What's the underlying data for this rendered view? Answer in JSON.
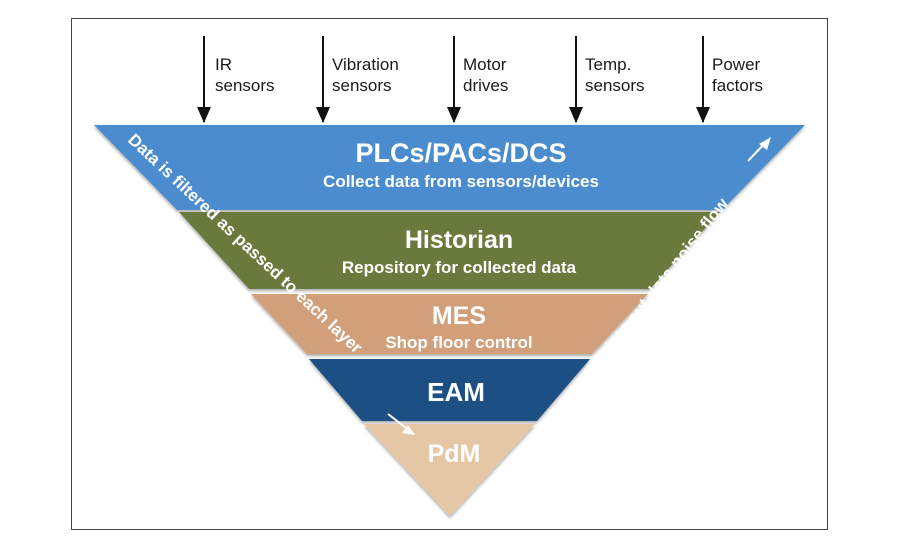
{
  "inputs": [
    {
      "label": "IR\nsensors"
    },
    {
      "label": "Vibration\nsensors"
    },
    {
      "label": "Motor\ndrives"
    },
    {
      "label": "Temp.\nsensors"
    },
    {
      "label": "Power\nfactors"
    }
  ],
  "layers": [
    {
      "title": "PLCs/PACs/DCS",
      "subtitle": "Collect data from sensors/devices",
      "color": "#4b8ccf"
    },
    {
      "title": "Historian",
      "subtitle": "Repository for collected data",
      "color": "#6a7a3c"
    },
    {
      "title": "MES",
      "subtitle": "Shop floor control",
      "color": "#d1a07a"
    },
    {
      "title": "EAM",
      "subtitle": "",
      "color": "#1f4f84"
    },
    {
      "title": "PdM",
      "subtitle": "",
      "color": "#e6c7a5",
      "title_color": "#6a7a3c"
    }
  ],
  "side_labels": {
    "left": "Data is filtered as passed to each layer",
    "right": "Logic feedback to cut data noise flow"
  }
}
